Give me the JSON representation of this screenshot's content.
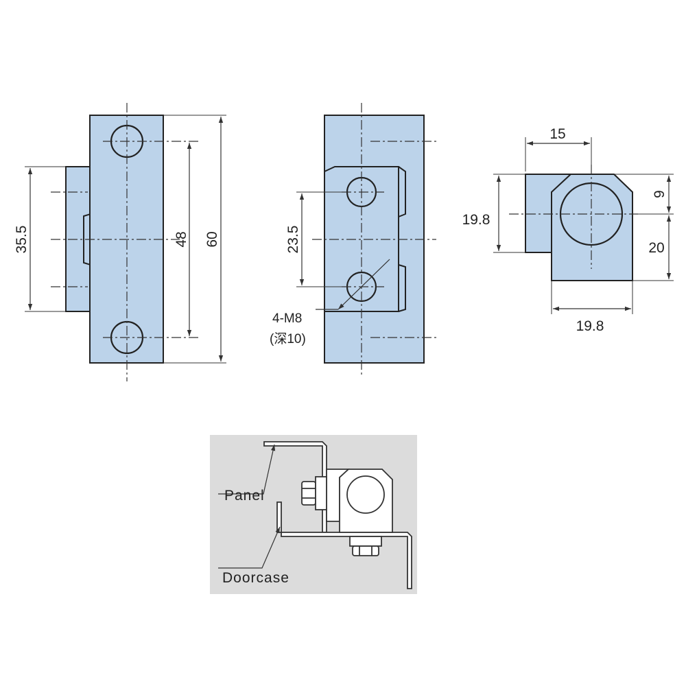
{
  "views": {
    "front": {
      "dim_height_total": "60",
      "dim_hole_spacing": "48",
      "dim_base_height": "35.5"
    },
    "side": {
      "dim_hole_spacing": "23.5",
      "thread_spec": "4-M8",
      "thread_depth": "(深10)"
    },
    "top": {
      "dim_width_top": "15",
      "dim_width_bottom": "19.8",
      "dim_height_left": "19.8",
      "dim_offset_upper": "9",
      "dim_offset_lower": "20"
    }
  },
  "installation": {
    "panel_label": "Panel",
    "doorcase_label": "Doorcase"
  },
  "colors": {
    "part_fill": "#bcd3ea",
    "line": "#222222",
    "mount_background": "#dcdcdc"
  }
}
